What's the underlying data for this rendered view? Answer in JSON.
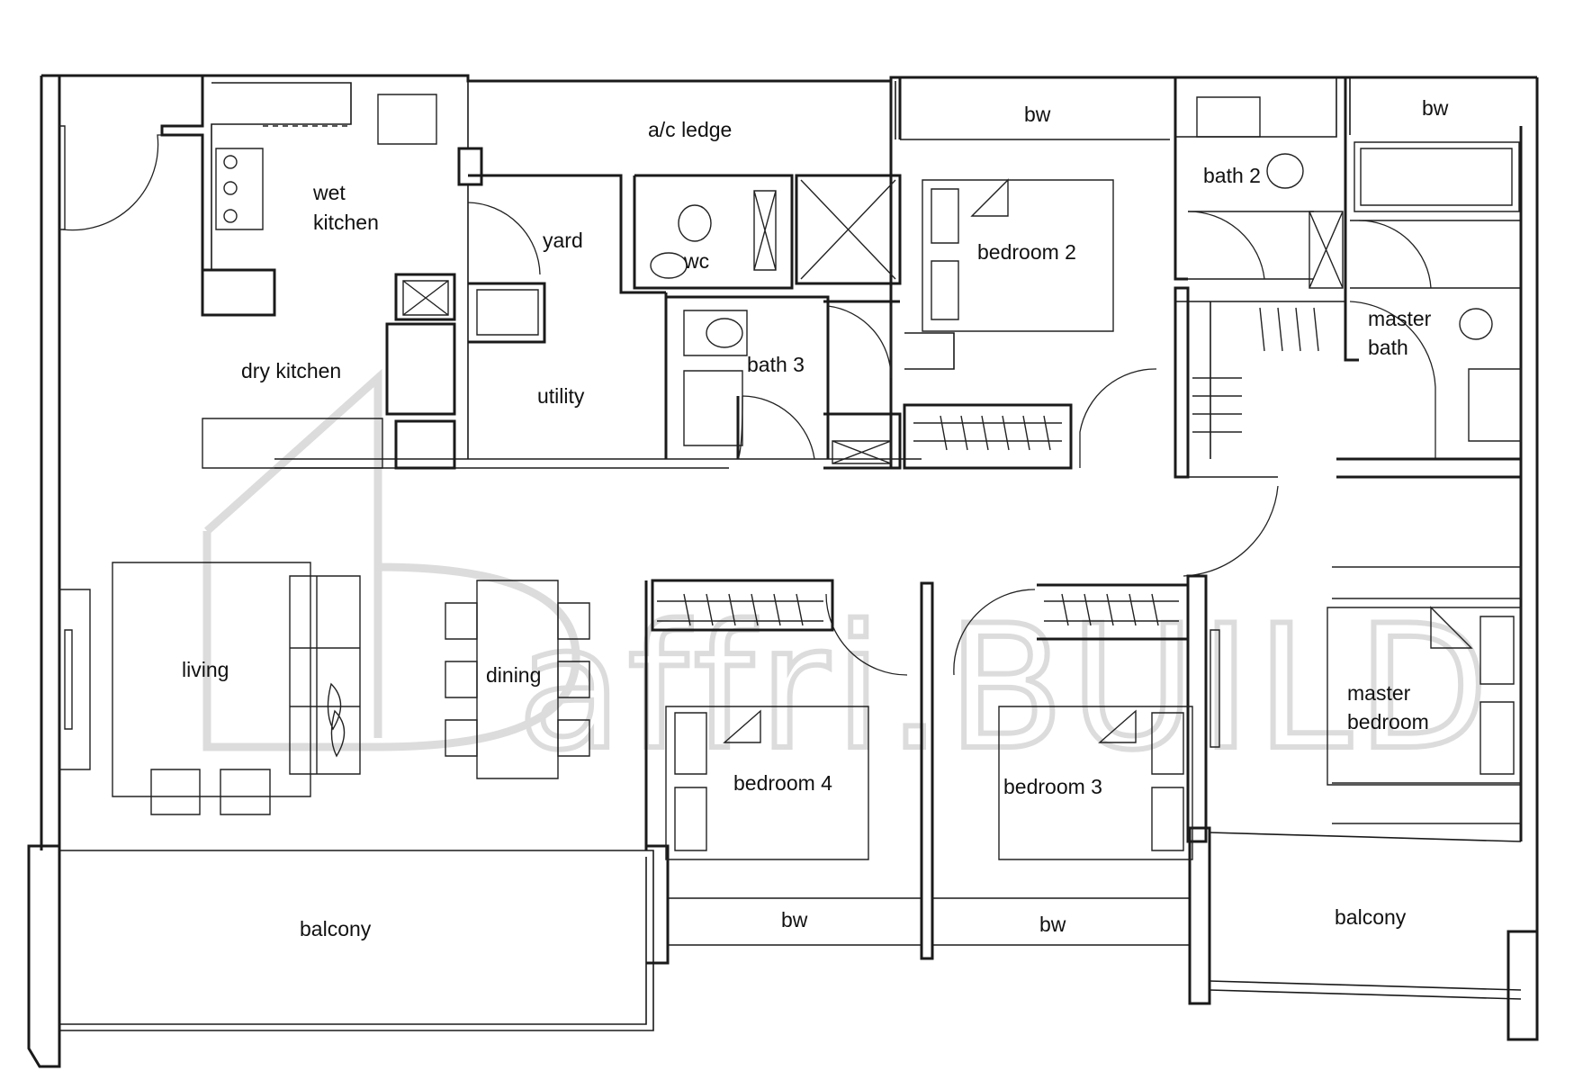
{
  "rooms": {
    "ac_ledge": "a/c ledge",
    "bw_top_bedroom2": "bw",
    "bw_top_master": "bw",
    "wet_kitchen_line1": "wet",
    "wet_kitchen_line2": "kitchen",
    "yard": "yard",
    "wc": "wc",
    "bath2": "bath 2",
    "bedroom2": "bedroom 2",
    "master_bath_line1": "master",
    "master_bath_line2": "bath",
    "dry_kitchen": "dry kitchen",
    "utility": "utility",
    "bath3": "bath 3",
    "living": "living",
    "dining": "dining",
    "bedroom4": "bedroom 4",
    "bedroom3": "bedroom 3",
    "master_bedroom_line1": "master",
    "master_bedroom_line2": "bedroom",
    "balcony_left": "balcony",
    "bw_bedroom4": "bw",
    "bw_bedroom3": "bw",
    "balcony_right": "balcony"
  },
  "watermark": {
    "text": "affri.BUILD"
  }
}
